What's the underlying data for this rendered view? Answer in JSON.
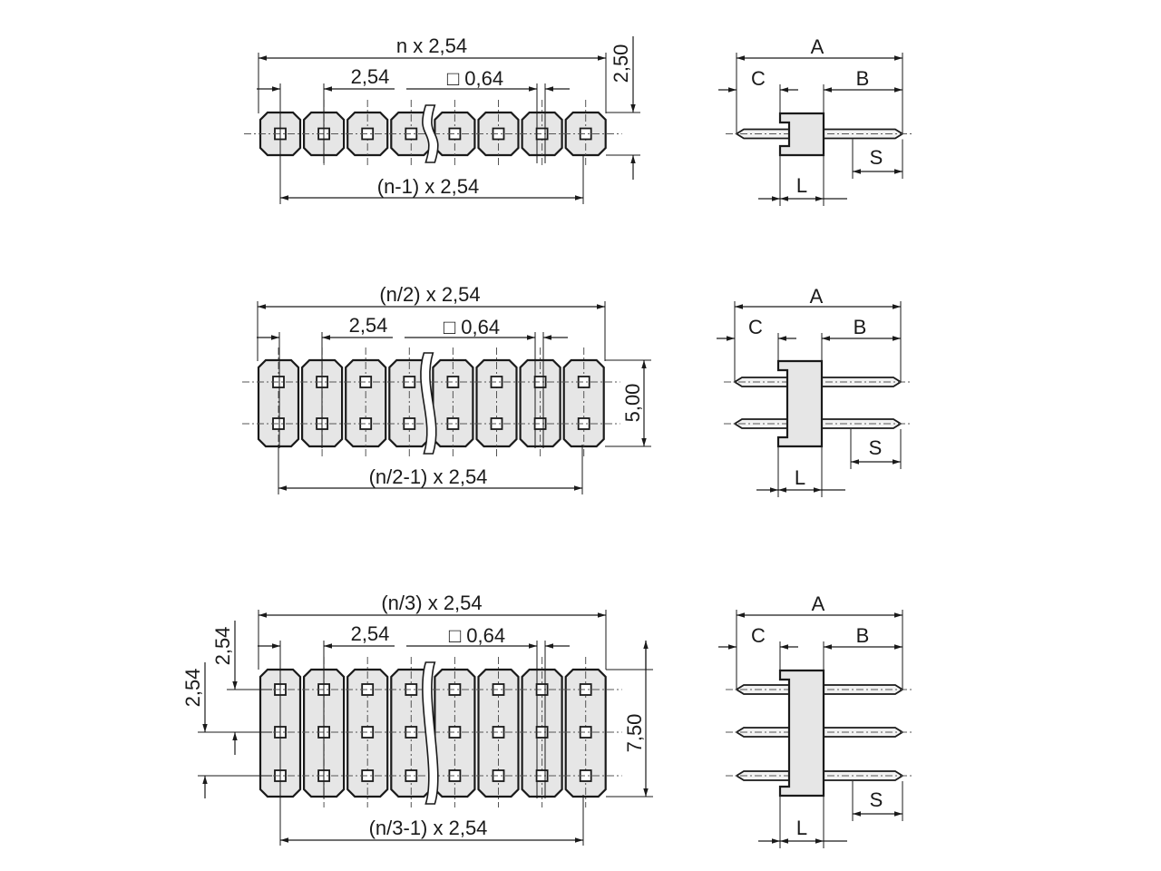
{
  "labels": {
    "row1_total": "n x 2,54",
    "row1_pitch": "2,54",
    "row1_pin": "□ 0,64",
    "row1_height": "2,50",
    "row1_span": "(n-1) x 2,54",
    "row2_total": "(n/2) x 2,54",
    "row2_pitch": "2,54",
    "row2_pin": "□ 0,64",
    "row2_height": "5,00",
    "row2_span": "(n/2-1) x 2,54",
    "row3_total": "(n/3) x 2,54",
    "row3_pitch": "2,54",
    "row3_pin": "□ 0,64",
    "row3_height": "7,50",
    "row3_span": "(n/3-1) x 2,54",
    "row3_vpitch_a": "2,54",
    "row3_vpitch_b": "2,54",
    "side_A": "A",
    "side_B": "B",
    "side_C": "C",
    "side_L": "L",
    "side_S": "S"
  },
  "views": [
    {
      "rows": 1
    },
    {
      "rows": 2
    },
    {
      "rows": 3
    }
  ],
  "colors": {
    "line": "#1a1a1a",
    "body_fill": "#e6e6e6",
    "pad_fill": "#ffffff"
  }
}
